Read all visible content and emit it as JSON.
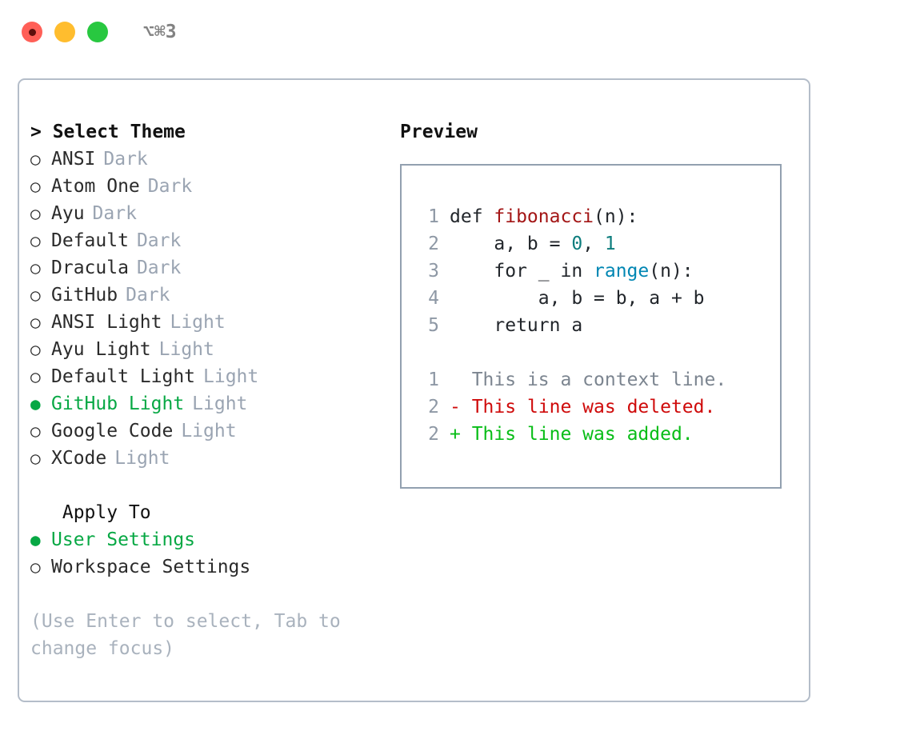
{
  "window": {
    "shortcut_label": "⌥⌘3",
    "traffic_lights": [
      "close",
      "minimize",
      "maximize"
    ]
  },
  "theme_panel": {
    "title": "> Select Theme",
    "focused": true,
    "items": [
      {
        "bullet": "○",
        "label": "ANSI",
        "tag": "Dark",
        "selected": false
      },
      {
        "bullet": "○",
        "label": "Atom One",
        "tag": "Dark",
        "selected": false
      },
      {
        "bullet": "○",
        "label": "Ayu",
        "tag": "Dark",
        "selected": false
      },
      {
        "bullet": "○",
        "label": "Default",
        "tag": "Dark",
        "selected": false
      },
      {
        "bullet": "○",
        "label": "Dracula",
        "tag": "Dark",
        "selected": false
      },
      {
        "bullet": "○",
        "label": "GitHub",
        "tag": "Dark",
        "selected": false
      },
      {
        "bullet": "○",
        "label": "ANSI Light",
        "tag": "Light",
        "selected": false
      },
      {
        "bullet": "○",
        "label": "Ayu Light",
        "tag": "Light",
        "selected": false
      },
      {
        "bullet": "○",
        "label": "Default Light",
        "tag": "Light",
        "selected": false
      },
      {
        "bullet": "●",
        "label": "GitHub Light",
        "tag": "Light",
        "selected": true
      },
      {
        "bullet": "○",
        "label": "Google Code",
        "tag": "Light",
        "selected": false
      },
      {
        "bullet": "○",
        "label": "XCode",
        "tag": "Light",
        "selected": false
      }
    ]
  },
  "apply_to": {
    "title": " Apply To",
    "items": [
      {
        "bullet": "●",
        "label": "User Settings",
        "selected": true
      },
      {
        "bullet": "○",
        "label": "Workspace Settings",
        "selected": false
      }
    ]
  },
  "hint": "(Use Enter to select, Tab to change focus)",
  "preview": {
    "title": "Preview",
    "code_lines": [
      {
        "number": "1",
        "tokens": [
          {
            "text": "def ",
            "type": "plain"
          },
          {
            "text": "fibonacci",
            "type": "fn"
          },
          {
            "text": "(n):",
            "type": "plain"
          }
        ]
      },
      {
        "number": "2",
        "tokens": [
          {
            "text": "    a, b = ",
            "type": "plain"
          },
          {
            "text": "0",
            "type": "num"
          },
          {
            "text": ", ",
            "type": "plain"
          },
          {
            "text": "1",
            "type": "num"
          }
        ]
      },
      {
        "number": "3",
        "tokens": [
          {
            "text": "    for _ in ",
            "type": "plain"
          },
          {
            "text": "range",
            "type": "call"
          },
          {
            "text": "(n):",
            "type": "plain"
          }
        ]
      },
      {
        "number": "4",
        "tokens": [
          {
            "text": "        a, b = b, a + b",
            "type": "plain"
          }
        ]
      },
      {
        "number": "5",
        "tokens": [
          {
            "text": "    return a",
            "type": "plain"
          }
        ]
      }
    ],
    "diff_lines": [
      {
        "number": "1",
        "marker": " ",
        "text": "This is a context line.",
        "kind": "context"
      },
      {
        "number": "2",
        "marker": "-",
        "text": "This line was deleted.",
        "kind": "deleted"
      },
      {
        "number": "2",
        "marker": "+",
        "text": "This line was added.",
        "kind": "added"
      }
    ]
  },
  "colors": {
    "traffic_close": "#ff5f57",
    "traffic_min": "#ffbd2e",
    "traffic_max": "#28c840",
    "selection_green": "#07a844",
    "tag_gray": "#9aa4b2",
    "hint_gray": "#a9b2bd",
    "panel_border": "#b4bdc9",
    "preview_border": "#92a0b0",
    "diff_add": "#08bd17",
    "diff_del": "#cf0a0a",
    "syntax_fn": "#a31515",
    "syntax_num": "#0d7d7d",
    "syntax_call": "#0086b3"
  }
}
